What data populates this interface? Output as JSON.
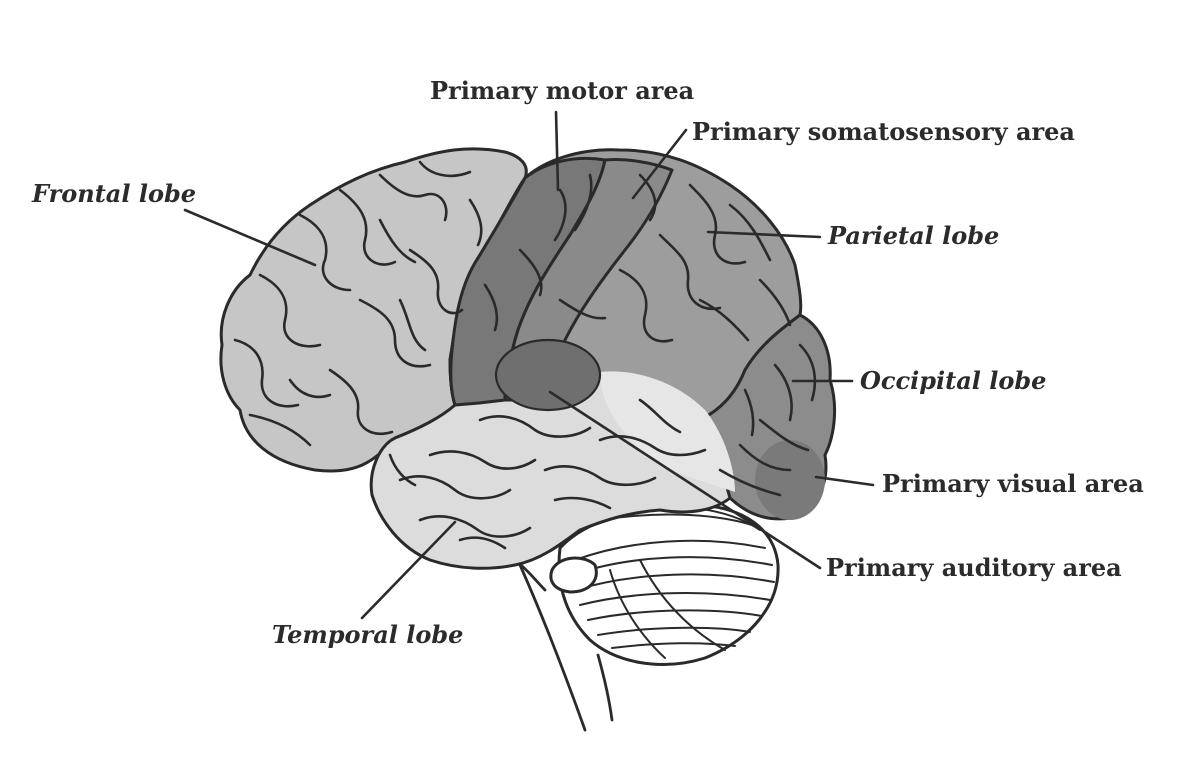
{
  "labels": {
    "primary_motor_area": "Primary motor area",
    "primary_somatosensory_area": "Primary somatosensory area",
    "frontal_lobe": "Frontal lobe",
    "parietal_lobe": "Parietal lobe",
    "occipital_lobe": "Occipital lobe",
    "primary_visual_area": "Primary visual area",
    "primary_auditory_area": "Primary auditory area",
    "temporal_lobe": "Temporal lobe"
  },
  "colors": {
    "frontal_lobe": "#c6c6c6",
    "motor_area": "#787878",
    "parietal_lobe": "#9d9d9d",
    "occipital_lobe": "#8c8c8c",
    "temporal_lobe": "#dcdcdc",
    "insula_region": "#e6e6e6",
    "cerebellum": "#ffffff",
    "outline": "#2a2a2a",
    "text": "#2b2b2b"
  }
}
